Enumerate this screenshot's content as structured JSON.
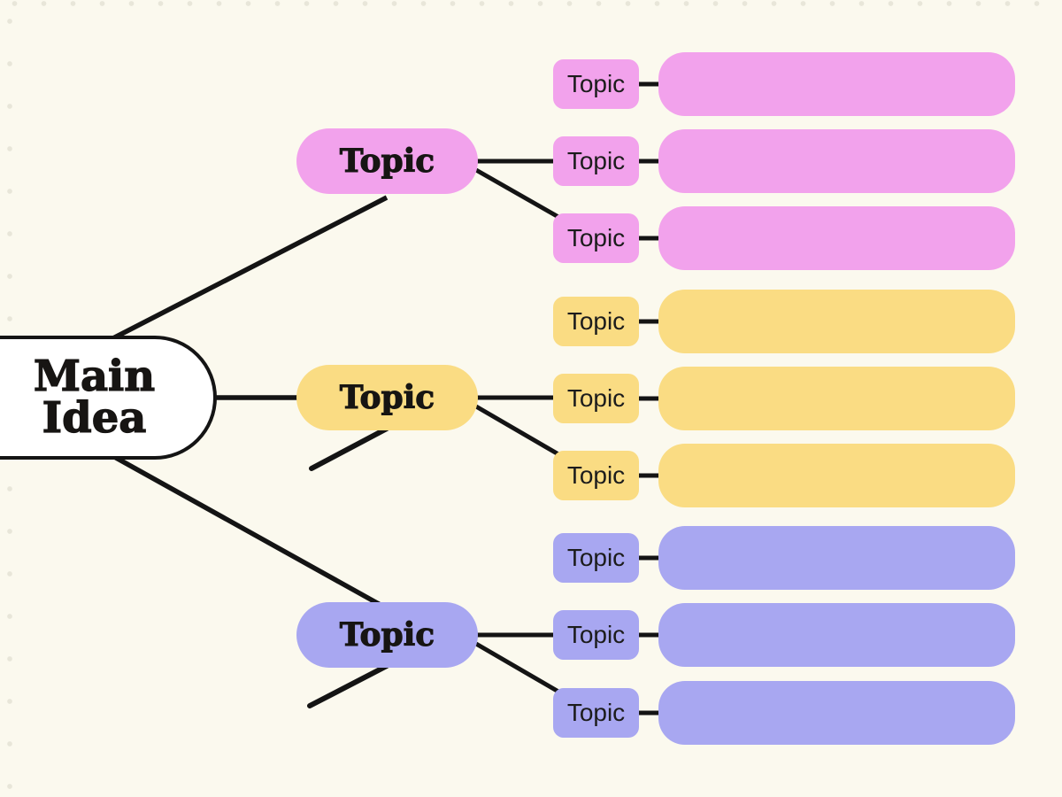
{
  "main_idea": {
    "label": "Main Idea"
  },
  "branches": [
    {
      "label": "Topic",
      "color": "#F2A2EC",
      "subtopics": [
        {
          "label": "Topic"
        },
        {
          "label": "Topic"
        },
        {
          "label": "Topic"
        }
      ]
    },
    {
      "label": "Topic",
      "color": "#FADC83",
      "subtopics": [
        {
          "label": "Topic"
        },
        {
          "label": "Topic"
        },
        {
          "label": "Topic"
        }
      ]
    },
    {
      "label": "Topic",
      "color": "#A8A7F1",
      "subtopics": [
        {
          "label": "Topic"
        },
        {
          "label": "Topic"
        },
        {
          "label": "Topic"
        }
      ]
    }
  ],
  "style": {
    "background": "#FBF9EE",
    "line_color": "#141414",
    "main_idea_fill": "#FFFFFF",
    "text_color": "#171513"
  }
}
